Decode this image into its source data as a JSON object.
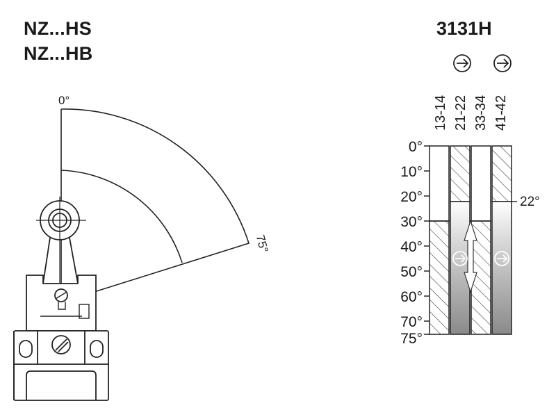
{
  "header": {
    "model_line_1": "NZ...HS",
    "model_line_2": "NZ...HB",
    "contact_code": "3131H"
  },
  "lever_diagram": {
    "start_angle_label": "0°",
    "end_angle_label": "75°"
  },
  "switching_diagram": {
    "contacts": [
      "13-14",
      "21-22",
      "33-34",
      "41-42"
    ],
    "angle_labels": [
      "0°",
      "10°",
      "20°",
      "30°",
      "40°",
      "50°",
      "60°",
      "70°",
      "75°"
    ],
    "switch_point_label": "22°",
    "direction_icons": [
      "arrow-right-circle-icon",
      "arrow-right-circle-icon"
    ]
  }
}
